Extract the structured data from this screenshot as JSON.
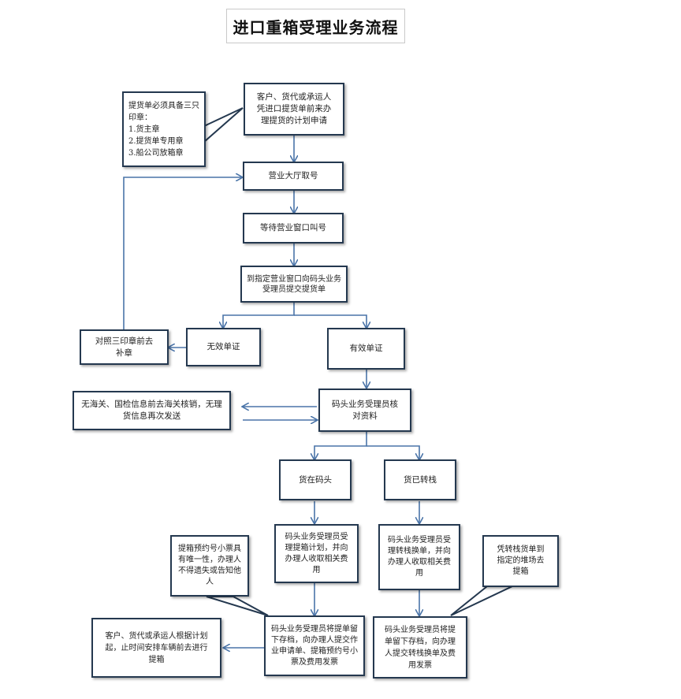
{
  "title": "进口重箱受理业务流程",
  "nodes": {
    "customer_apply": "客户、货代或承运人凭进口提货单前来办理提货的计划申请",
    "stamp_note": "提货单必须具备三只印章：\n1.货主章\n2.提货单专用章\n3.船公司放箱章",
    "take_number": "营业大厅取号",
    "wait_call": "等待营业窗口叫号",
    "submit_bill": "到指定营业窗口向码头业务受理员提交提货单",
    "invalid_doc": "无效单证",
    "reissue_stamp": "对照三印章前去补章",
    "valid_doc": "有效单证",
    "verify_data": "码头业务受理员核对资料",
    "customs_note": "无海关、国检信息前去海关核销，无理货信息再次发送",
    "cargo_at_terminal": "货在码头",
    "cargo_transferred": "货已转栈",
    "plan_and_collect": "码头业务受理员受理提箱计划，并向办理人收取相关费用",
    "transfer_exchange": "码头业务受理员受理转栈换单，并向办理人收取相关费用",
    "ticket_note": "提箱预约号小票具有唯一性，办理人不得遗失或告知他人",
    "storage_note": "凭转栈货单到指定的堆场去提箱",
    "keep_bill_submit": "码头业务受理员将提单留下存档，向办理人提交作业申请单、提箱预约号小票及费用发票",
    "arrange_truck": "客户、货代或承运人根据计划起，止时间安排车辆前去进行提箱",
    "keep_bill_transfer": "码头业务受理员将提单留下存档，向办理人提交转栈换单及费用发票"
  }
}
